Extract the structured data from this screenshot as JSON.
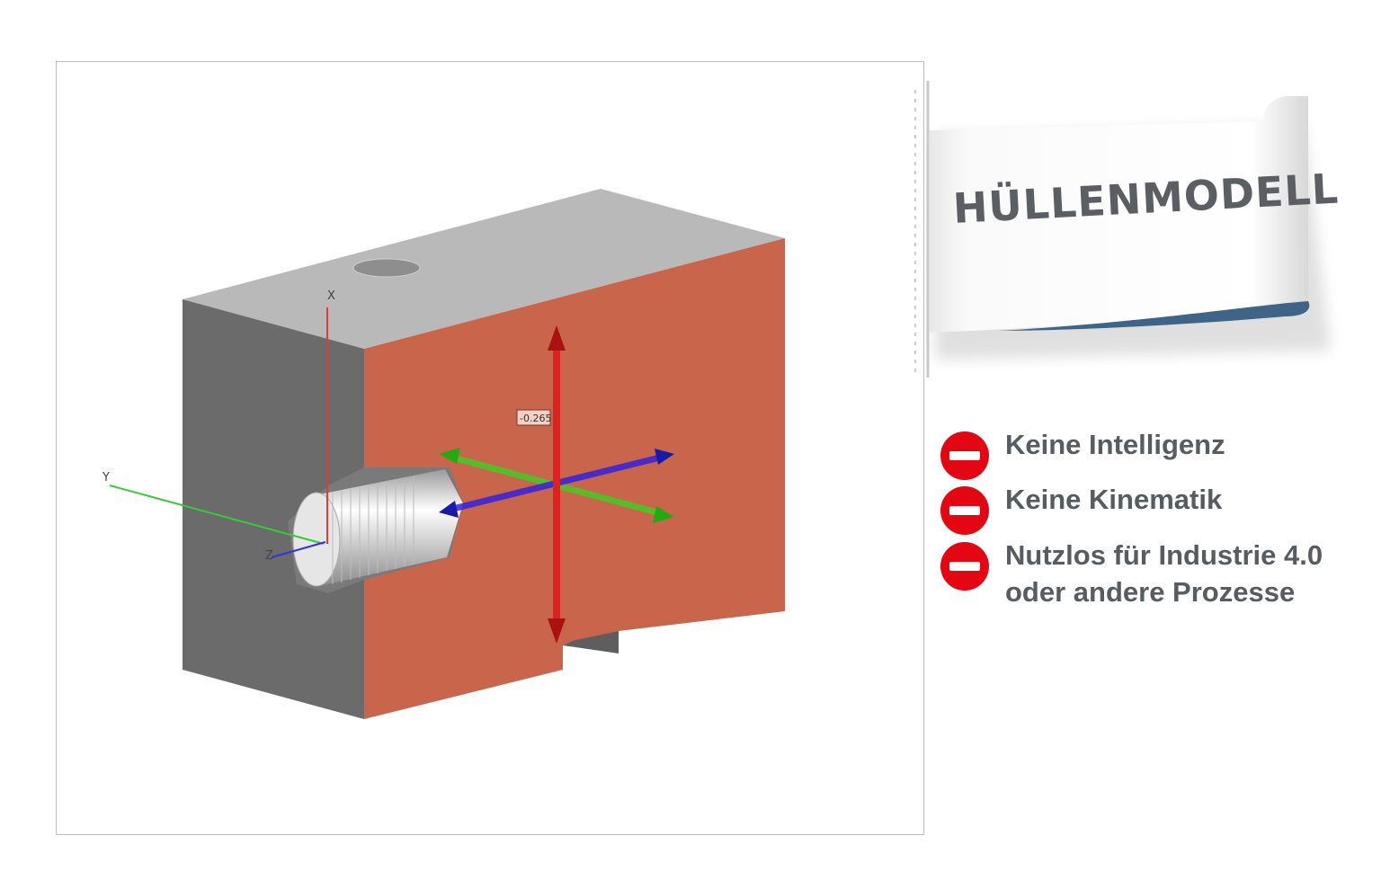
{
  "banner": {
    "title": "HÜLLENMODELL"
  },
  "features": [
    {
      "icon": "no-entry-icon",
      "label": "Keine Intelligenz"
    },
    {
      "icon": "no-entry-icon",
      "label": "Keine Kinematik"
    },
    {
      "icon": "no-entry-icon",
      "label": "Nutzlos für Industrie 4.0",
      "label2": "oder andere Prozesse"
    }
  ],
  "cad_view": {
    "axes": {
      "x": "X",
      "y": "Y",
      "z": "Z"
    },
    "dimension_label": "-0.265"
  },
  "colors": {
    "section_face": "#c9654a",
    "top_face": "#b9b9b9",
    "side_face": "#6b6b6b",
    "no_entry": "#e30613",
    "ribbon_underside": "#3f6488"
  }
}
